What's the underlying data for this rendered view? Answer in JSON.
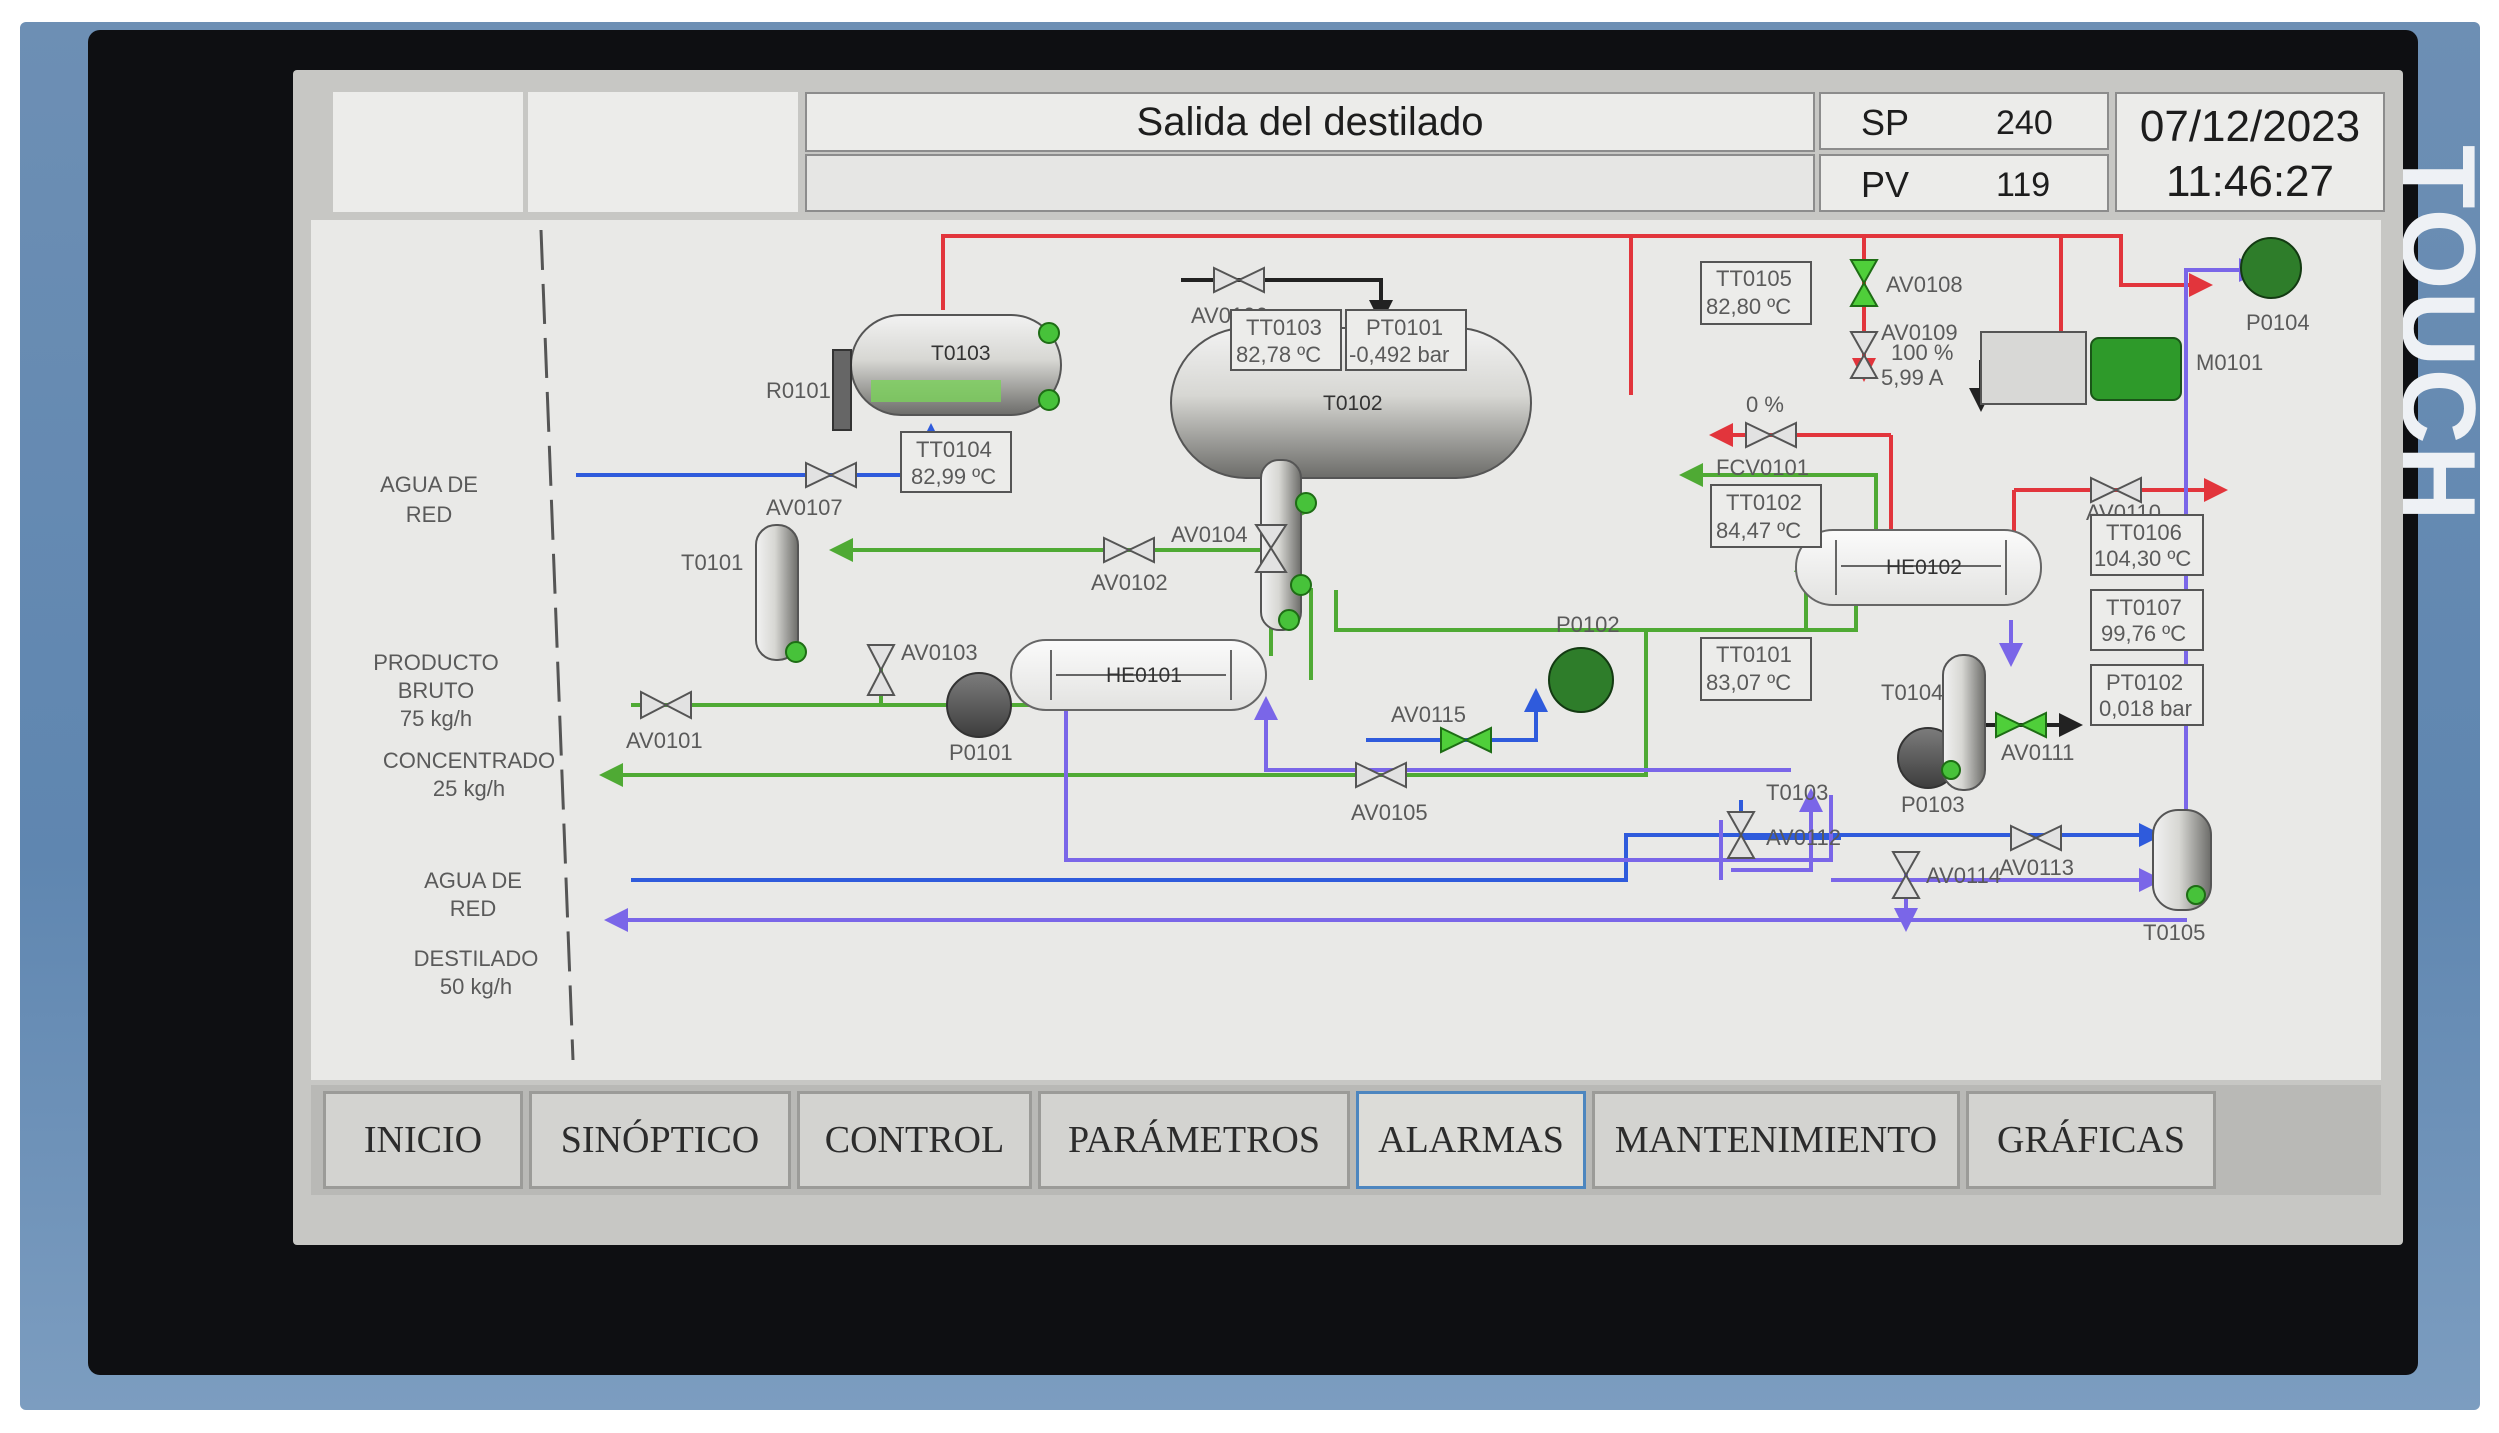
{
  "header": {
    "title": "Salida del destilado",
    "sp_label": "SP",
    "sp_value": "240",
    "pv_label": "PV",
    "pv_value": "119",
    "date": "07/12/2023",
    "time": "11:46:27"
  },
  "device_label": "TOUCH",
  "colors": {
    "line_red": "#e2353c",
    "line_green": "#4faa34",
    "line_blue": "#2f5bdc",
    "line_purple": "#7a66e8",
    "line_black": "#222222",
    "screen_bg": "#e9e9e7"
  },
  "left_labels": {
    "agua_red_1": [
      "AGUA DE",
      "RED"
    ],
    "producto": [
      "PRODUCTO",
      "BRUTO",
      "75 kg/h"
    ],
    "concentrado": [
      "CONCENTRADO",
      "25 kg/h"
    ],
    "agua_red_2": [
      "AGUA DE",
      "RED"
    ],
    "destilado": [
      "DESTILADO",
      "50 kg/h"
    ]
  },
  "equipment": {
    "T0101": "T0101",
    "T0102": "T0102",
    "T0103": "T0103",
    "T0104": "T0104",
    "T0105": "T0105",
    "R0101": "R0101",
    "HE0101": "HE0101",
    "HE0102": "HE0102",
    "P0101": "P0101",
    "P0102": "P0102",
    "P0103": "P0103",
    "P0104": "P0104",
    "M0101": "M0101",
    "T0103_ref": "T0103"
  },
  "valves": {
    "AV0101": "AV0101",
    "AV0102": "AV0102",
    "AV0103": "AV0103",
    "AV0104": "AV0104",
    "AV0105": "AV0105",
    "AV0106": "AV0106",
    "AV0107": "AV0107",
    "AV0108": "AV0108",
    "AV0109": "AV0109",
    "AV0110": "AV0110",
    "AV0111": "AV0111",
    "AV0112": "AV0112",
    "AV0113": "AV0113",
    "AV0114": "AV0114",
    "AV0115": "AV0115",
    "FCV0101": "FCV0101",
    "fcv_pct": "0 %"
  },
  "instruments": {
    "TT0103": {
      "tag": "TT0103",
      "value": "82,78 ºC"
    },
    "PT0101": {
      "tag": "PT0101",
      "value": "-0,492 bar"
    },
    "TT0104": {
      "tag": "TT0104",
      "value": "82,99 ºC"
    },
    "TT0105": {
      "tag": "TT0105",
      "value": "82,80 ºC"
    },
    "TT0102": {
      "tag": "TT0102",
      "value": "84,47 ºC"
    },
    "TT0101": {
      "tag": "TT0101",
      "value": "83,07 ºC"
    },
    "TT0106": {
      "tag": "TT0106",
      "value": "104,30 ºC"
    },
    "TT0107": {
      "tag": "TT0107",
      "value": "99,76 ºC"
    },
    "PT0102": {
      "tag": "PT0102",
      "value": "0,018 bar"
    }
  },
  "motor": {
    "speed": "100 %",
    "current": "5,99 A"
  },
  "nav": [
    "INICIO",
    "SINÓPTICO",
    "CONTROL",
    "PARÁMETROS",
    "ALARMAS",
    "MANTENIMIENTO",
    "GRÁFICAS"
  ],
  "nav_active": "ALARMAS"
}
